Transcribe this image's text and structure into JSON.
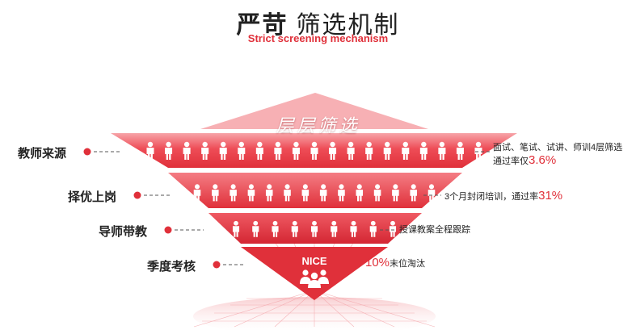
{
  "title": {
    "bold": "严苛",
    "rest": "筛选机制"
  },
  "subtitle": "Strict screening mechanism",
  "funnel_title": "层层筛选",
  "levels": [
    {
      "left_label": "教师来源",
      "right_line1": "面试、笔试、试讲、师训4层筛选",
      "right_line2_prefix": "通过率仅",
      "right_pct": "3.6%",
      "person_count": 19
    },
    {
      "left_label": "择优上岗",
      "right_line1_prefix": "3个月封闭培训，通过率",
      "right_pct": "31%",
      "person_count": 14
    },
    {
      "left_label": "导师带教",
      "right_line1": "授课教案全程跟踪",
      "person_count": 9
    },
    {
      "left_label": "季度考核",
      "right_pct": "10%",
      "right_suffix": "末位淘汰",
      "badge": "NICE"
    }
  ],
  "colors": {
    "red": "#e0303a",
    "light_red": "#f56b73",
    "dark_red": "#c81e2b"
  }
}
